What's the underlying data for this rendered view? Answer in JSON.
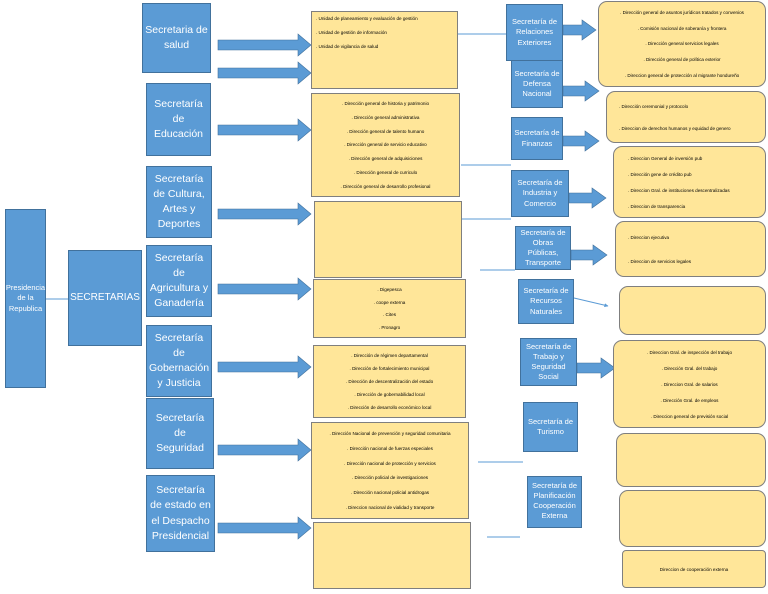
{
  "president": "Presidencia de la Republica",
  "secretarias_label": "SECRETARIAS",
  "left_secretarias": [
    "Secretaria de salud",
    "Secretaría de Educación",
    "Secretaría de Cultura, Artes y Deportes",
    "Secretaría de Agricultura y Ganadería",
    "Secretaría de Gobernación y Justicia",
    "Secretaría de Seguridad",
    "Secretaría de estado en el Despacho Presidencial"
  ],
  "left_units": [
    [
      ". Unidad de planeamiento y evaluación de gestión",
      ". Unidad de gestión de información",
      ". Unidad de vigilancia de salud"
    ],
    [
      ". Dirección general de historia y patrimonio",
      ". Dirección general administrativa",
      ". Dirección general de talento humano",
      ". Dirección general de servicio educativo",
      ". Dirección general de adquisiciones",
      ". Dirección general de curriculo",
      ". Dirección general de desarrollo profesional"
    ],
    [],
    [
      ". Digepesca",
      ". coope externa",
      ". Cites",
      ". Pronagro"
    ],
    [
      ". Dirección de régimen departamental",
      ". Dirección de fortalecimiento municipal",
      ". Dirección de descentralización del estado",
      ". Dirección de gobernabilidad local",
      ". Dirección de desarrollo económico local"
    ],
    [
      ". Dirección Nacional de prevención y seguridad comunitaria",
      ". Dirección nacional de fuerzas especiales",
      ". Dirección nacional de protección y servicios",
      ". Dirección policial de investigaciones",
      ". Dirección nacional policial antidrogas",
      ". Direccion nacional de vialidad y transporte"
    ],
    []
  ],
  "right_secretarias": [
    "Secretaría de Relaciones Exteriores",
    "Secretaría de Defensa Nacional",
    "Secretaría de Finanzas",
    "Secretaría de Industria y Comercio",
    "Secretaría de Obras Públicas, Transporte",
    "Secretaría de Recursos Naturales",
    "Secretaría de Trabajo y Seguridad Social",
    "Secretaría de Turismo",
    "Secretaría de Planificación Cooperación Externa"
  ],
  "right_units": [
    [
      ". Dirección general de asuntos jurídicos tratados y convenios",
      ". Comisión nacional de soberanía y frontera",
      ". Dirección general servicios legales",
      ". Dirección general de política exterior",
      ". Direccion general de protección al migrante hondureño"
    ],
    [
      ". Dirección ceremonial y protocolo",
      ". Direccion de derechos humanos y equidad de genero"
    ],
    [
      ". Direccion General de inversión  pub",
      ". Dirección gene de crédito pub",
      ". Direccion Gral. de instituciones descentralizadas",
      ". Direccion de transparencia"
    ],
    [
      ". Direccion ejecutiva",
      ". Direccion de servicios legales"
    ],
    [],
    [
      ". Direccion Gral. de inspección del trabajo",
      ". Dirección Gral. del trabajo",
      ". Direccion Gral. de salarios",
      ". Dirección Gral. de empleos",
      ". Direccion general de previsión social"
    ],
    [],
    [],
    [
      "Direccion de cooperación externa"
    ]
  ]
}
